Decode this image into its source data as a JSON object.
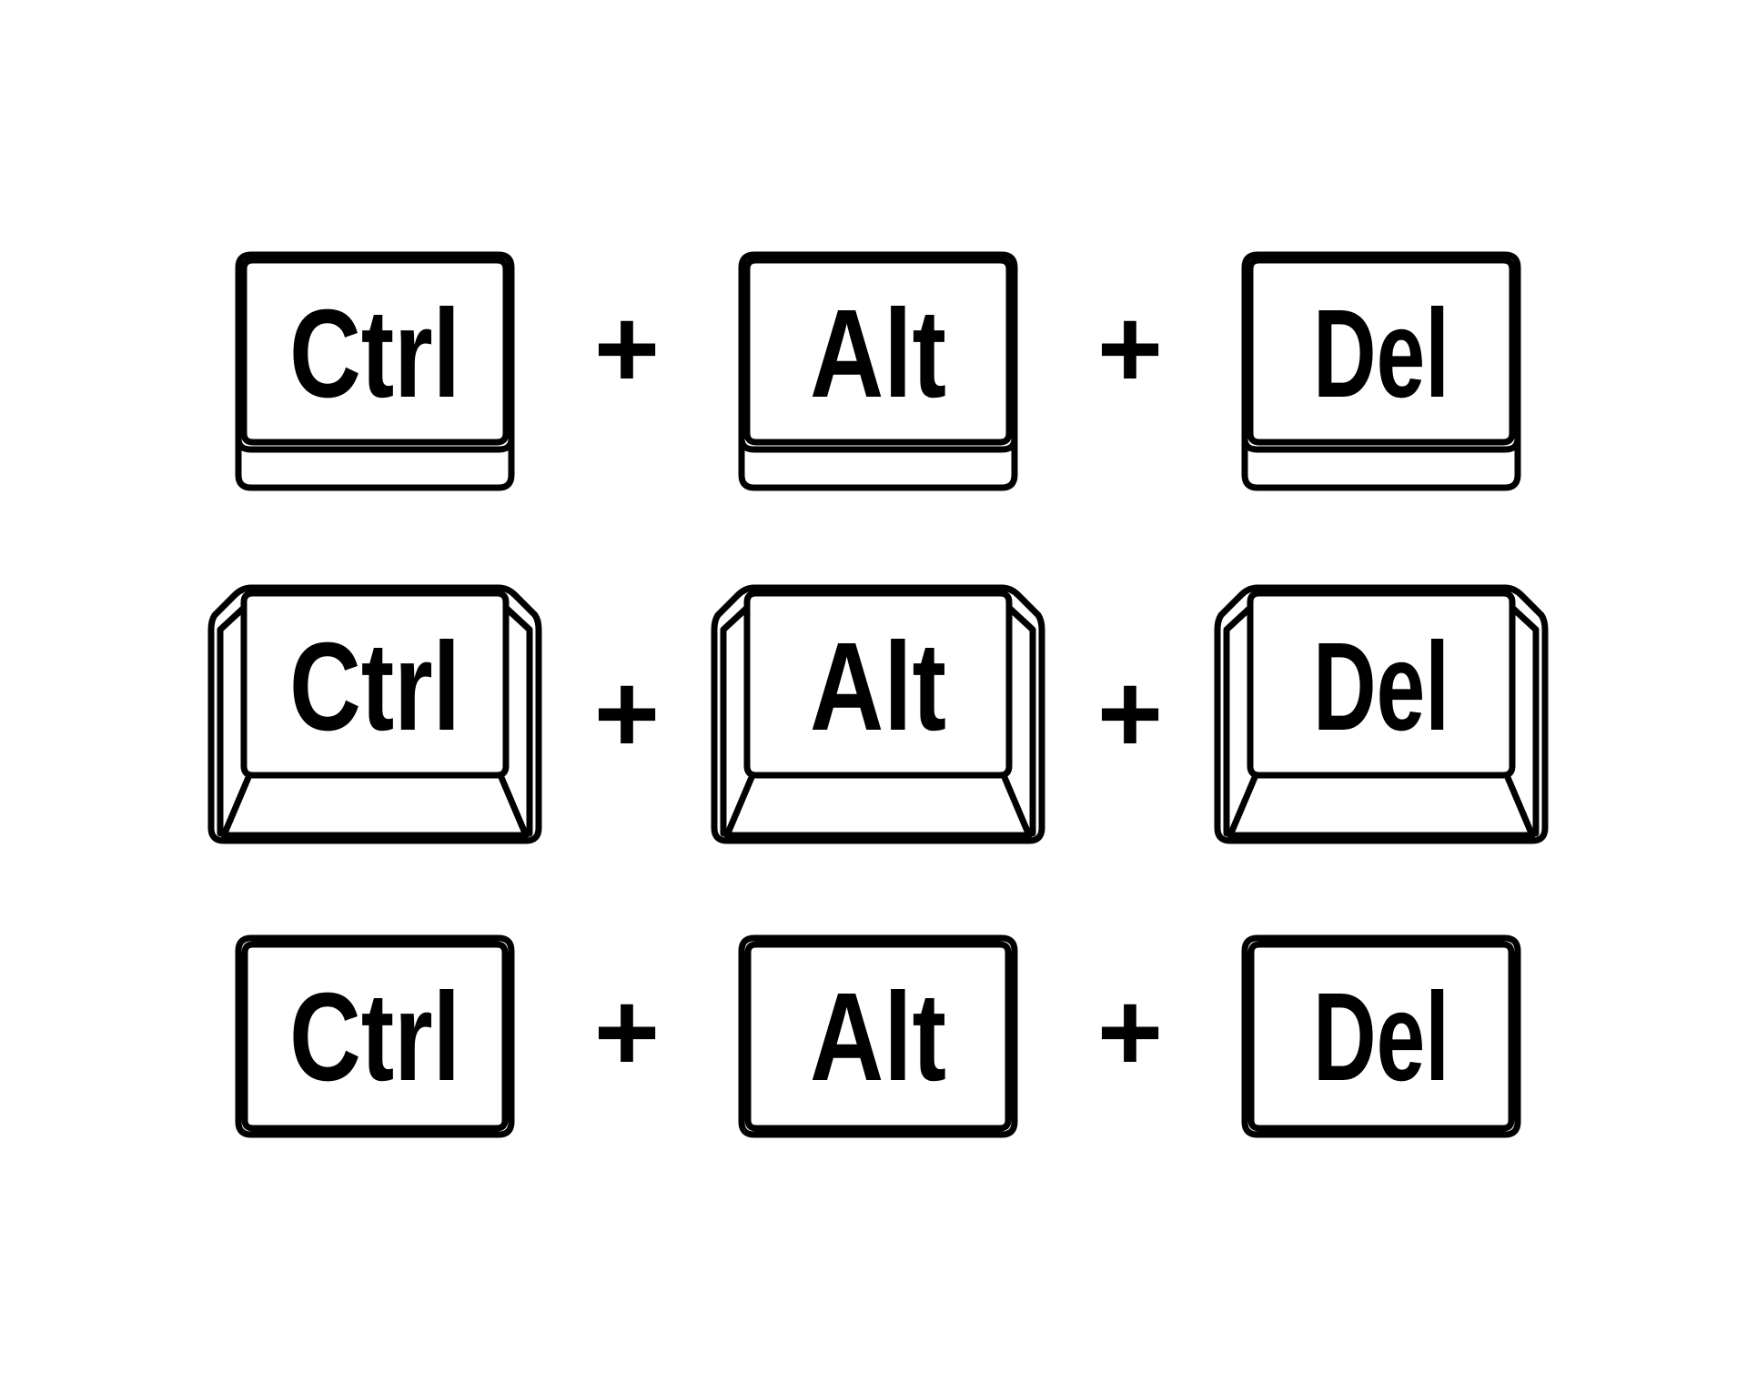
{
  "style": {
    "ink": "#000000",
    "paper": "#ffffff"
  },
  "rows": [
    {
      "key_style": "keycap-flat-base",
      "keys": [
        {
          "label": "Ctrl"
        },
        {
          "label": "Alt"
        },
        {
          "label": "Del"
        }
      ],
      "separators": [
        "+",
        "+"
      ]
    },
    {
      "key_style": "keycap-perspective",
      "keys": [
        {
          "label": "Ctrl"
        },
        {
          "label": "Alt"
        },
        {
          "label": "Del"
        }
      ],
      "separators": [
        "+",
        "+"
      ]
    },
    {
      "key_style": "keycap-outline",
      "keys": [
        {
          "label": "Ctrl"
        },
        {
          "label": "Alt"
        },
        {
          "label": "Del"
        }
      ],
      "separators": [
        "+",
        "+"
      ]
    }
  ]
}
